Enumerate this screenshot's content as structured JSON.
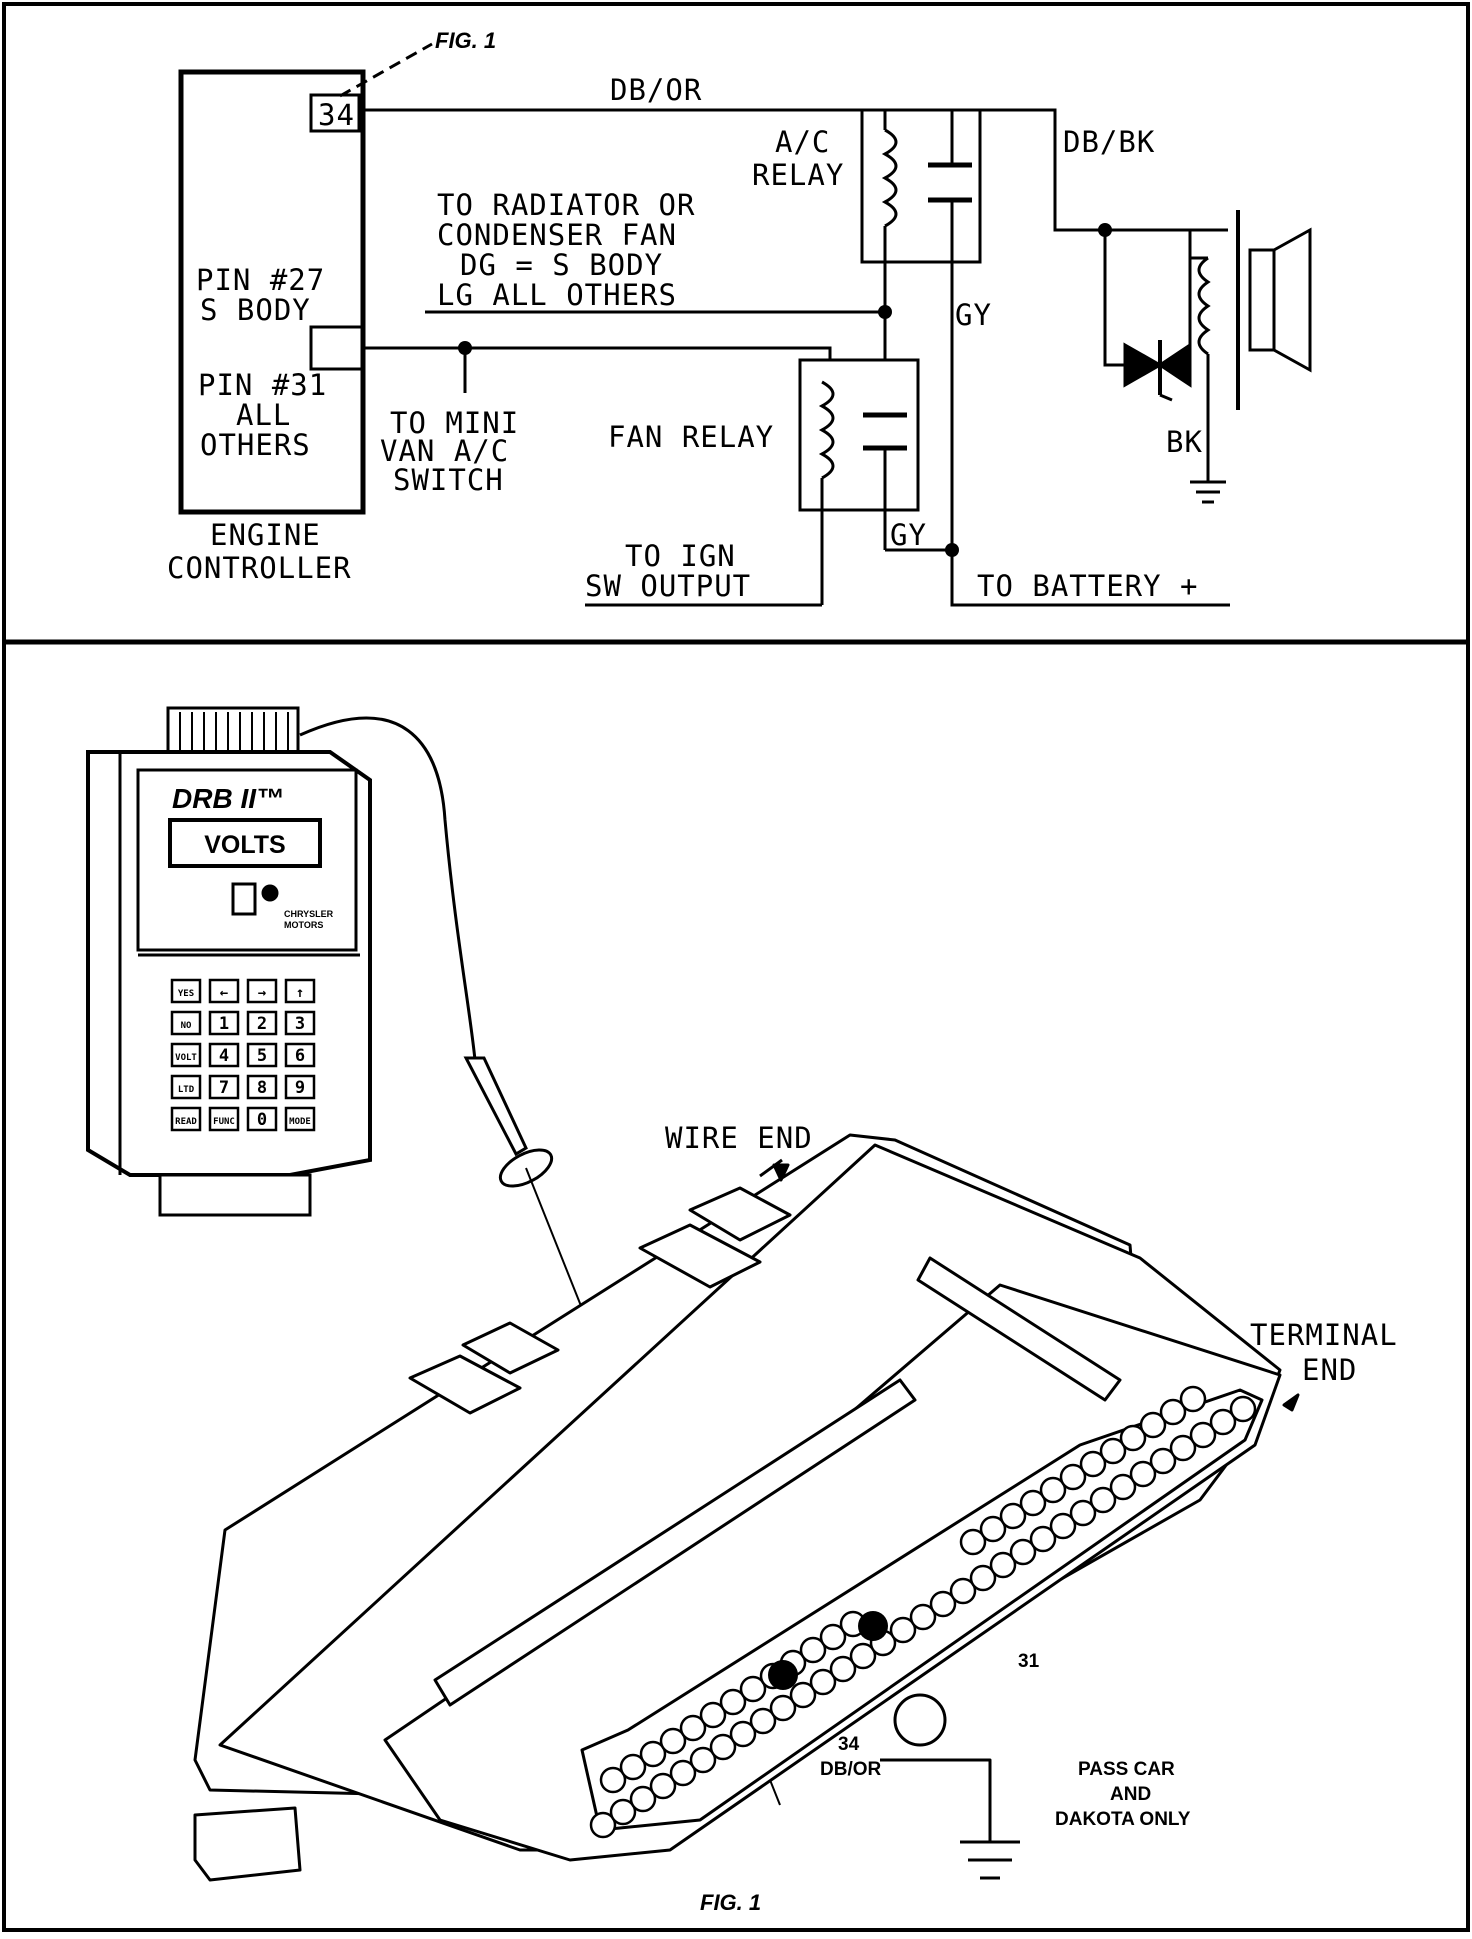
{
  "top_panel": {
    "fig_label": "FIG. 1",
    "pin_number": "34",
    "wire_db_or": "DB/OR",
    "wire_db_bk": "DB/BK",
    "ac_relay": [
      "A/C",
      "RELAY"
    ],
    "radiator_note": [
      "TO RADIATOR OR",
      "CONDENSER FAN",
      "DG = S BODY",
      "LG ALL OTHERS"
    ],
    "pin27": [
      "PIN #27",
      "S BODY"
    ],
    "pin31": [
      "PIN #31",
      "ALL",
      "OTHERS"
    ],
    "mini_van": [
      "TO MINI",
      "VAN A/C",
      "SWITCH"
    ],
    "fan_relay": "FAN RELAY",
    "gy_1": "GY",
    "gy_2": "GY",
    "bk": "BK",
    "engine_controller": [
      "ENGINE",
      "CONTROLLER"
    ],
    "ign": [
      "TO IGN",
      "SW OUTPUT"
    ],
    "battery": "TO BATTERY +"
  },
  "bottom_panel": {
    "drb_brand": "DRB II™",
    "display": "VOLTS",
    "maker": [
      "CHRYSLER",
      "MOTORS"
    ],
    "keypad": [
      [
        "YES",
        "←",
        "→",
        "↑"
      ],
      [
        "NO",
        "1",
        "2",
        "3"
      ],
      [
        "VOLT",
        "4",
        "5",
        "6"
      ],
      [
        "LTD",
        "7",
        "8",
        "9"
      ],
      [
        "READ",
        "FUNC",
        "0",
        "MODE"
      ]
    ],
    "wire_end": "WIRE END",
    "terminal_end": [
      "TERMINAL",
      "END"
    ],
    "pin31_label": "31",
    "pin34_label": [
      "34",
      "DB/OR"
    ],
    "pass_car": [
      "PASS CAR",
      "AND",
      "DAKOTA ONLY"
    ],
    "fig_label": "FIG. 1"
  }
}
